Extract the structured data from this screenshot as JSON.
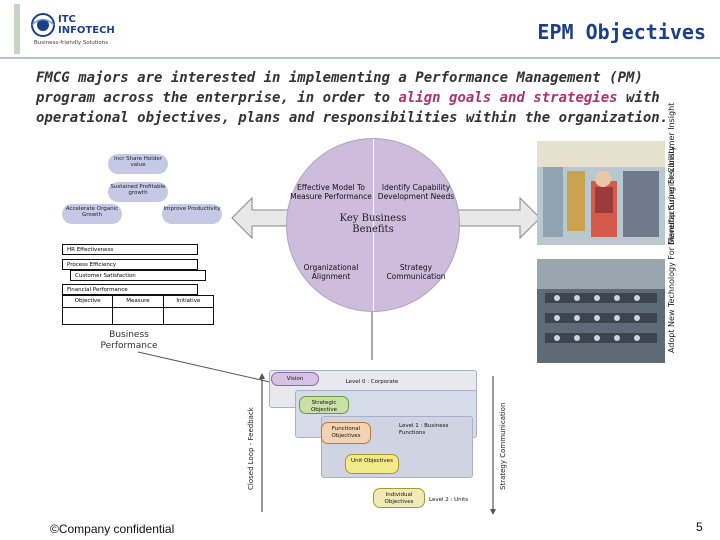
{
  "header": {
    "title": "EPM Objectives",
    "logo_text": "ITC INFOTECH",
    "logo_tagline": "Business-friendly Solutions"
  },
  "intro": {
    "part1": "FMCG majors are interested in implementing a Performance Management (PM) program across the enterprise, in order to ",
    "highlight": "align goals and strategies",
    "part2": " with operational objectives, plans and responsibilities within the organization."
  },
  "business_performance": {
    "tri_top": "Incr Share Holder value",
    "tri_mid": "Sustained Profitable growth",
    "tri_left": "Accelerate Organic Growth",
    "tri_right": "Improve Productivity",
    "stack": [
      "HR Effectiveness",
      "Process Efficiency",
      "Customer Satisfaction",
      "Financial Performance"
    ],
    "cols": [
      "Objective",
      "Measure",
      "Initiative"
    ],
    "label": "Business Performance"
  },
  "key_benefits": {
    "center": "Key Business Benefits",
    "q1": "Effective Model To Measure Performance",
    "q2": "Identify Capability Development Needs",
    "q3": "Organizational Alignment",
    "q4": "Strategy Communication"
  },
  "right_panel": {
    "label_top": "Develop Superior Consumer Insight",
    "label_bottom": "Adopt New Technology For Manufacturing Flexibility"
  },
  "cascade": {
    "vision": "Vision",
    "level0": "Level 0 : Corporate",
    "strategic": "Strategic Objective",
    "functional": "Functional Objectives",
    "level1": "Level 1 : Business Functions",
    "unit": "Unit Objectives",
    "individual": "Individual Objectives",
    "level2": "Level 2 : Units",
    "left_axis": "Closed Loop - Feedback",
    "right_axis": "Strategy Communication"
  },
  "footer": {
    "confidential": "©Company confidential",
    "page": "5"
  },
  "colors": {
    "title_blue": "#1b3f8b",
    "highlight": "#b03070",
    "circle": "#cdbcdb"
  }
}
